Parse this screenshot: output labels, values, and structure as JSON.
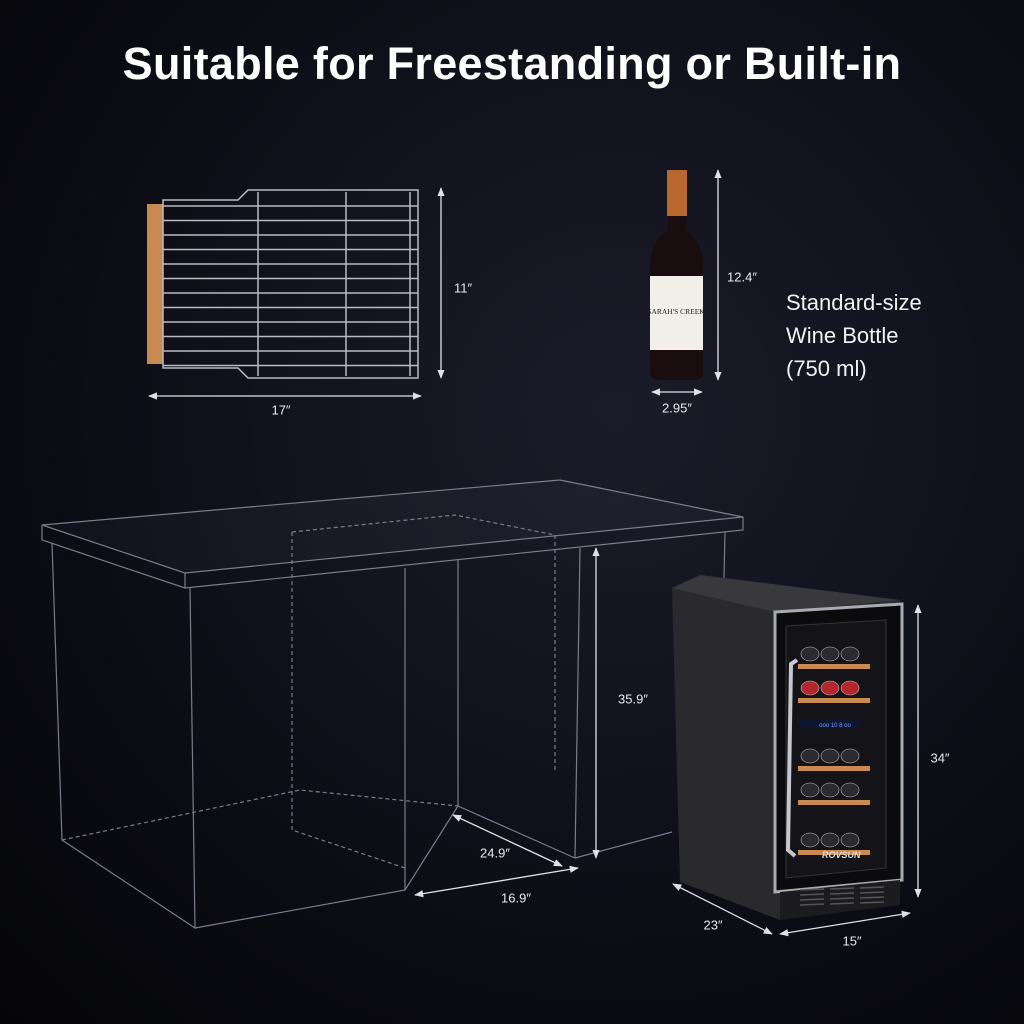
{
  "title": "Suitable for Freestanding or Built-in",
  "shelf": {
    "height_label": "11″",
    "width_label": "17″"
  },
  "bottle": {
    "height_label": "12.4″",
    "width_label": "2.95″",
    "label_brand": "SARAH'S CREEK",
    "description": [
      "Standard-size",
      "Wine Bottle",
      "(750 ml)"
    ]
  },
  "cabinet": {
    "height_label": "35.9″",
    "depth_label": "24.9″",
    "width_label": "16.9″"
  },
  "fridge": {
    "brand": "ROVSUN",
    "height_label": "34″",
    "depth_label": "23″",
    "width_label": "15″"
  },
  "colors": {
    "background": "#0c0d15",
    "wood": "#c98a52",
    "line": "#d8d8e0",
    "copper": "#b8682e"
  }
}
